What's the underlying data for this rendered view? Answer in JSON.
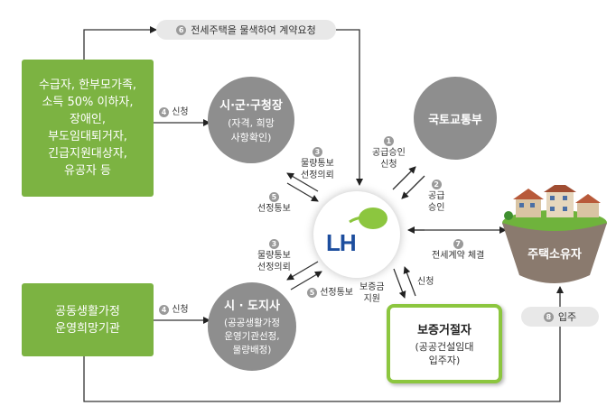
{
  "top_request": {
    "number": "6",
    "text": "전세주택을 물색하여 계약요청"
  },
  "applicants_box": {
    "lines": [
      "수급자, 한부모가족,",
      "소득 50% 이하자,",
      "장애인,",
      "부도임대퇴거자,",
      "긴급지원대상자,",
      "유공자 등"
    ]
  },
  "coop_box": {
    "lines": [
      "공동생활가정",
      "운영희망기관"
    ]
  },
  "apply_top": {
    "number": "4",
    "text": "신청"
  },
  "apply_bottom": {
    "number": "4",
    "text": "신청"
  },
  "city_office": {
    "title": "시·군·구청장",
    "sub": [
      "(자격, 희망",
      "사항확인)"
    ]
  },
  "province_office": {
    "title": "시 · 도지사",
    "sub": [
      "(공공생활가정",
      "운영기관선정,",
      "물량배정)"
    ]
  },
  "ministry": {
    "title": "국토교통부"
  },
  "lh": {
    "logo": "LH"
  },
  "owner": {
    "title": "주택소유자"
  },
  "guarantee": {
    "title": "보증거절자",
    "sub": [
      "(공공건설임대",
      "입주자)"
    ]
  },
  "labels": {
    "l3_top": {
      "number": "3",
      "lines": [
        "물량통보",
        "선정의뢰"
      ]
    },
    "l5_top": {
      "number": "5",
      "text": "선정통보"
    },
    "l3_bottom": {
      "number": "3",
      "lines": [
        "물량통보",
        "선정의뢰"
      ]
    },
    "l5_bottom": {
      "number": "5",
      "text": "선정통보"
    },
    "l1": {
      "number": "1",
      "lines": [
        "공급승인",
        "신청"
      ]
    },
    "l2": {
      "number": "2",
      "lines": [
        "공급",
        "승인"
      ]
    },
    "l7": {
      "number": "7",
      "text": "전세계약 체결"
    },
    "deposit": {
      "lines": [
        "보증금",
        "지원"
      ]
    },
    "apply_guar": {
      "text": "신청"
    }
  },
  "move_in": {
    "number": "8",
    "text": "입주"
  },
  "colors": {
    "green": "#7cb342",
    "gray": "#8e8e8e",
    "lh_blue": "#1d4e9e",
    "lh_green": "#8cc63f"
  }
}
